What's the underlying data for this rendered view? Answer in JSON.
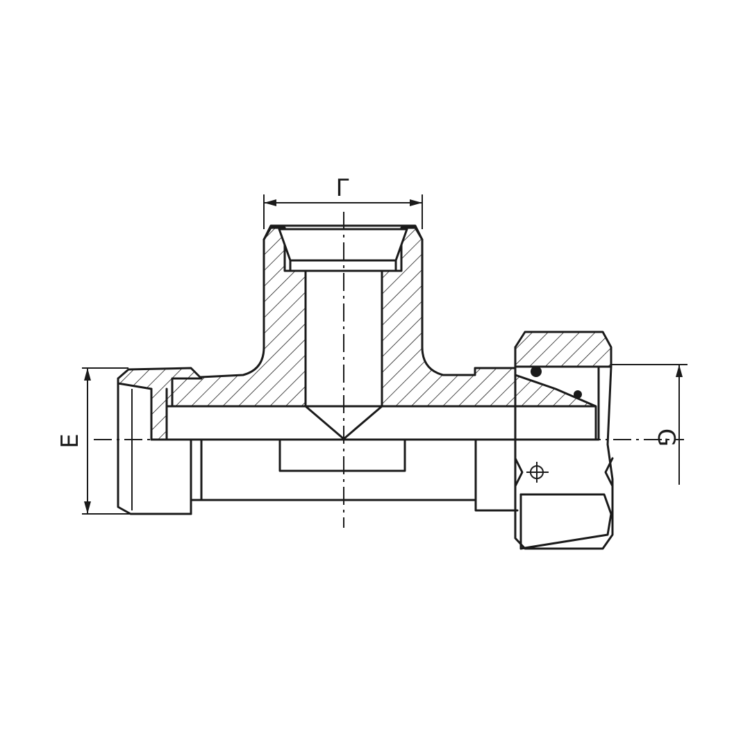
{
  "labels": {
    "top_width": "Γ",
    "left_height": "E",
    "right_height": "G"
  }
}
